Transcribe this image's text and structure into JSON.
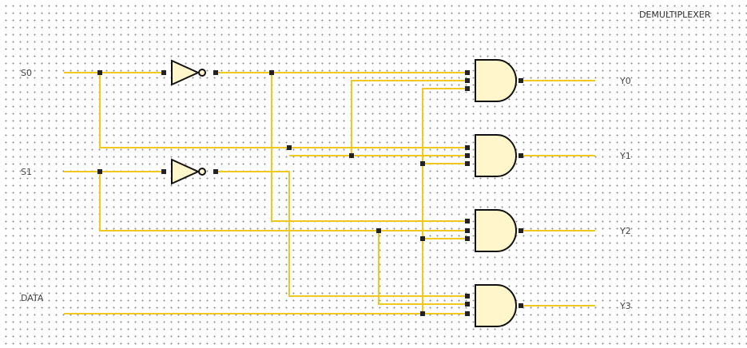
{
  "title": "DEMULTIPLEXER",
  "inputs": {
    "s0": "S0",
    "s1": "S1",
    "data": "DATA"
  },
  "outputs": {
    "y0": "Y0",
    "y1": "Y1",
    "y2": "Y2",
    "y3": "Y3"
  },
  "colors": {
    "wire": "#f0c81e",
    "gate_fill": "#fff6cc",
    "gate_stroke": "#111111",
    "junction": "#222222"
  }
}
